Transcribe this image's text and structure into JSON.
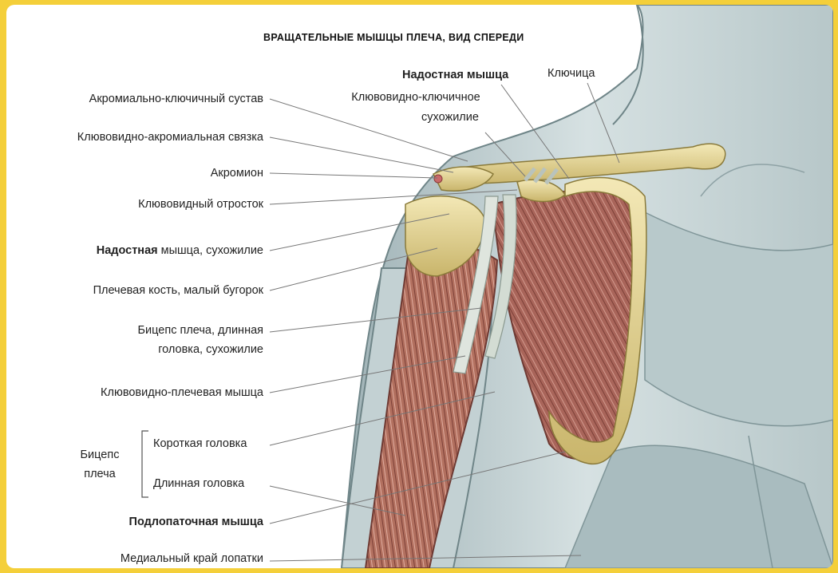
{
  "title": "ВРАЩАТЕЛЬНЫЕ МЫШЦЫ ПЛЕЧА, ВИД СПЕРЕДИ",
  "labels": {
    "supraspinatus_top": "Надостная мышца",
    "clavicle": "Ключица",
    "coracoclavicular_tendon_1": "Клювовидно-ключичное",
    "coracoclavicular_tendon_2": "сухожилие",
    "acromioclavicular_joint": "Акромиально-ключичный сустав",
    "coracoacromial_ligament": "Клювовидно-акромиальная связка",
    "acromion": "Акромион",
    "coracoid_process": "Клювовидный отросток",
    "supraspinatus_tendon_bold": "Надостная",
    "supraspinatus_tendon_rest": "мышца, сухожилие",
    "humerus_lesser_tubercle": "Плечевая кость, малый бугорок",
    "biceps_long_tendon_1": "Бицепс плеча, длинная",
    "biceps_long_tendon_2": "головка, сухожилие",
    "coracobrachialis": "Клювовидно-плечевая мышца",
    "biceps_group_1": "Бицепс",
    "biceps_group_2": "плеча",
    "short_head": "Короткая головка",
    "long_head": "Длинная головка",
    "subscapularis": "Подлопаточная мышца",
    "medial_border": "Медиальный край лопатки"
  },
  "colors": {
    "frame": "#f4cf3a",
    "skin": "#c9d6d8",
    "skin_shadow": "#8fa4a8",
    "muscle": "#a9655a",
    "muscle_dark": "#7b3f37",
    "bone": "#e9dc9a",
    "tendon": "#cfd7d0",
    "leader_line": "#777777"
  }
}
